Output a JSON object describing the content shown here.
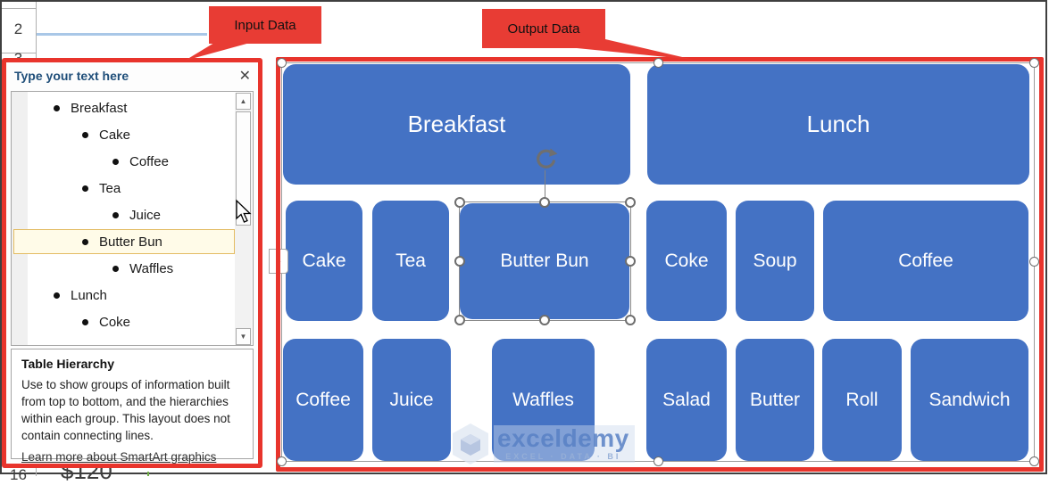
{
  "excel": {
    "row_above": "2",
    "row_partial": "3",
    "row_below": "16",
    "cell_value": "$120"
  },
  "callouts": {
    "input_label": "Input Data",
    "output_label": "Output Data"
  },
  "text_pane": {
    "title": "Type your text here",
    "icons": {
      "close": "✕",
      "scroll_up": "▲",
      "scroll_down": "▼",
      "toggle": "▸"
    },
    "items": [
      {
        "label": "Breakfast",
        "level": 1,
        "selected": false
      },
      {
        "label": "Cake",
        "level": 2,
        "selected": false
      },
      {
        "label": "Coffee",
        "level": 3,
        "selected": false
      },
      {
        "label": "Tea",
        "level": 2,
        "selected": false
      },
      {
        "label": "Juice",
        "level": 3,
        "selected": false
      },
      {
        "label": "Butter Bun",
        "level": 2,
        "selected": true
      },
      {
        "label": "Waffles",
        "level": 3,
        "selected": false
      },
      {
        "label": "Lunch",
        "level": 1,
        "selected": false
      },
      {
        "label": "Coke",
        "level": 2,
        "selected": false
      }
    ],
    "info": {
      "heading": "Table Hierarchy",
      "description": "Use to show groups of information built from top to bottom, and the hierarchies within each group. This layout does not contain connecting lines.",
      "link": "Learn more about SmartArt graphics"
    }
  },
  "diagram": {
    "layout": "Table Hierarchy SmartArt",
    "accent_color": "#4472C4",
    "selected_shape": "Butter Bun",
    "boxes": [
      {
        "label": "Breakfast",
        "row": "top"
      },
      {
        "label": "Lunch",
        "row": "top"
      },
      {
        "label": "Cake",
        "row": "middle"
      },
      {
        "label": "Tea",
        "row": "middle"
      },
      {
        "label": "Butter Bun",
        "row": "middle"
      },
      {
        "label": "Coke",
        "row": "middle"
      },
      {
        "label": "Soup",
        "row": "middle"
      },
      {
        "label": "Coffee",
        "row": "middle"
      },
      {
        "label": "Coffee",
        "row": "bottom"
      },
      {
        "label": "Juice",
        "row": "bottom"
      },
      {
        "label": "Waffles",
        "row": "bottom"
      },
      {
        "label": "Salad",
        "row": "bottom"
      },
      {
        "label": "Butter",
        "row": "bottom"
      },
      {
        "label": "Roll",
        "row": "bottom"
      },
      {
        "label": "Sandwich",
        "row": "bottom"
      }
    ]
  },
  "watermark": {
    "brand": "exceldemy",
    "tagline": "EXCEL · DATA · BI"
  },
  "annotation_color": "#e8342c"
}
